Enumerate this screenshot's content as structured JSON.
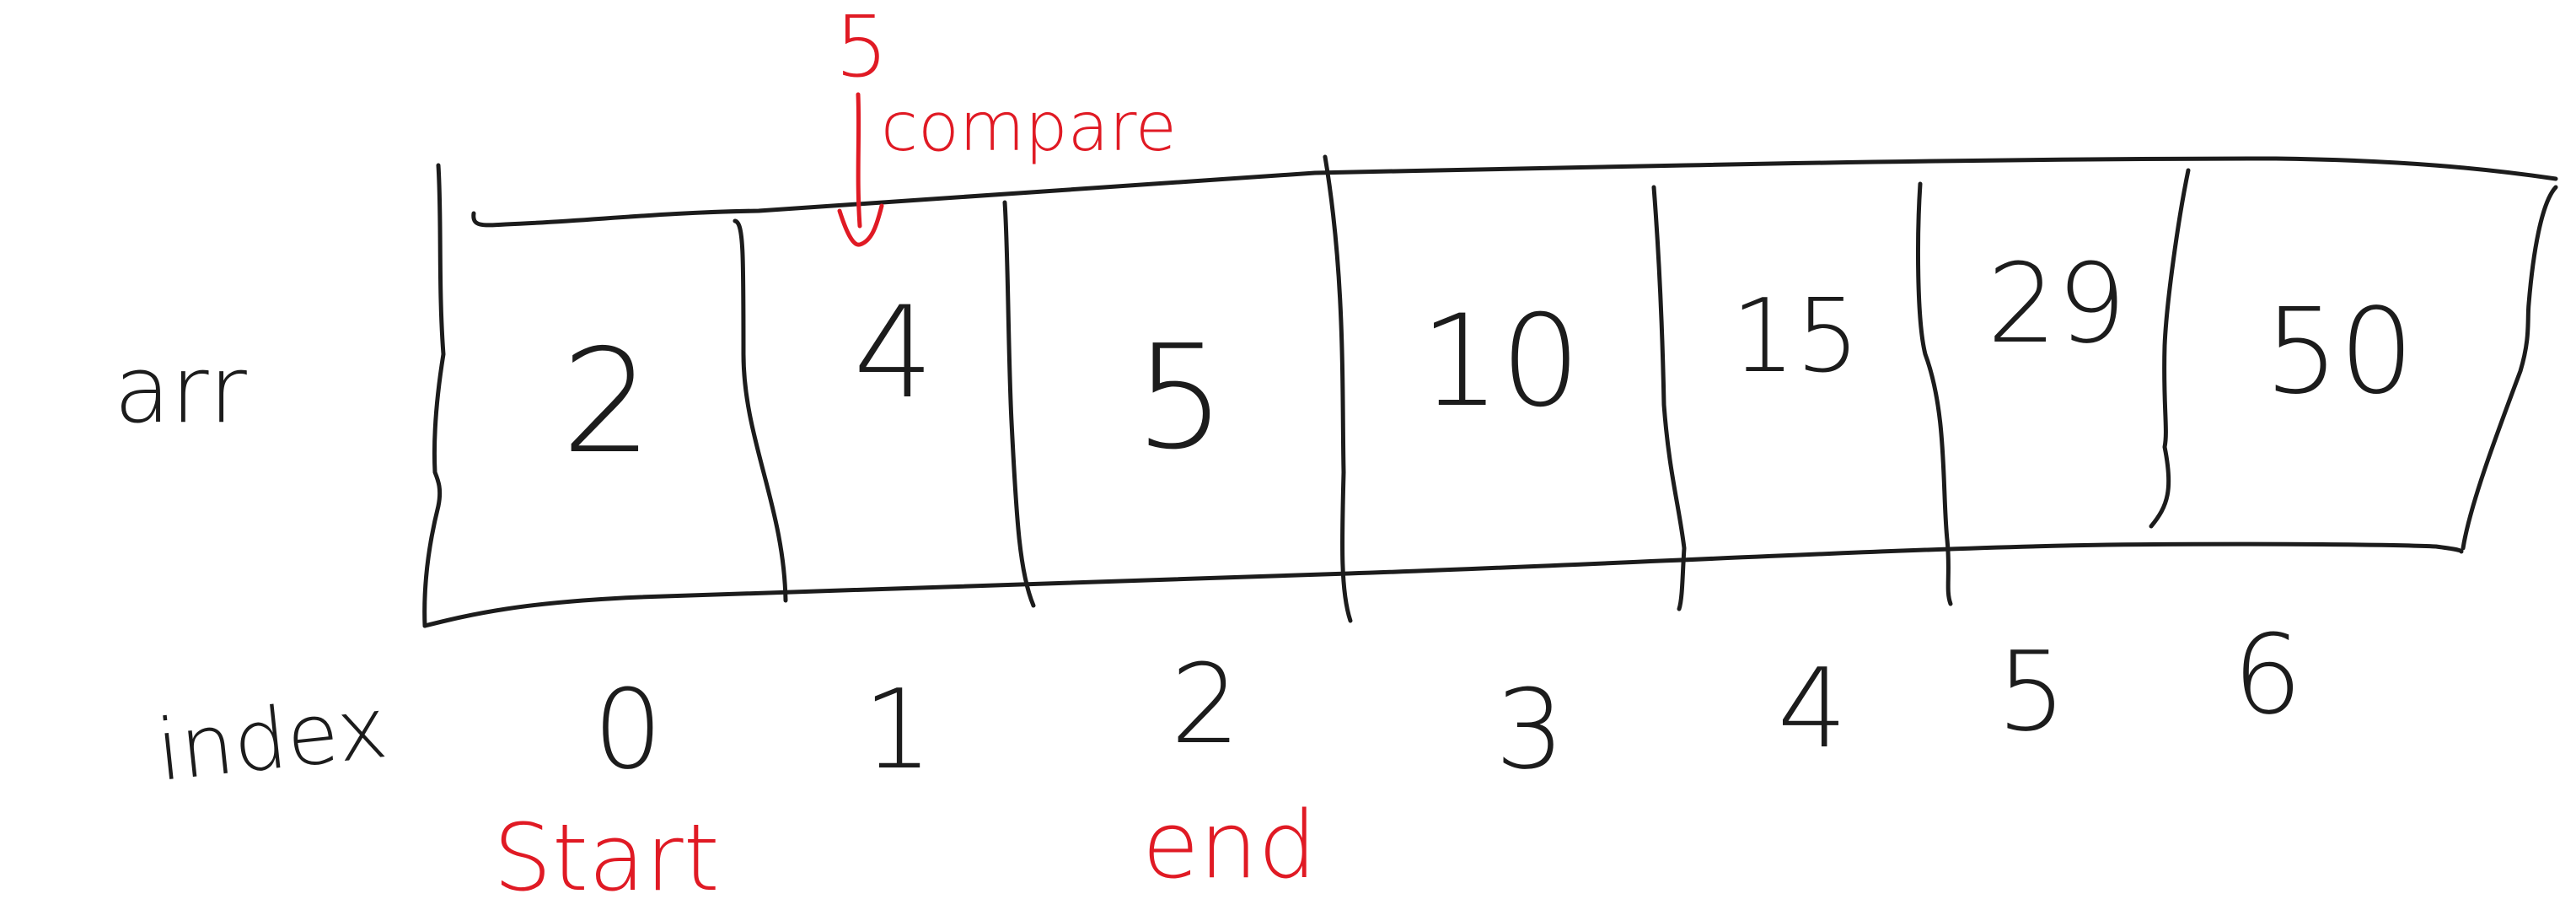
{
  "array_label": "arr",
  "index_label": "index",
  "cells": [
    {
      "value": "2"
    },
    {
      "value": "4"
    },
    {
      "value": "5"
    },
    {
      "value": "10"
    },
    {
      "value": "15"
    },
    {
      "value": "29"
    },
    {
      "value": "50"
    }
  ],
  "indices": [
    "0",
    "1",
    "2",
    "3",
    "4",
    "5",
    "6"
  ],
  "pointers": {
    "start": "Start",
    "end": "end"
  },
  "annotation": {
    "value": "5",
    "label": "compare"
  },
  "colors": {
    "ink": "#1c1c1c",
    "accent": "#e01a24"
  }
}
